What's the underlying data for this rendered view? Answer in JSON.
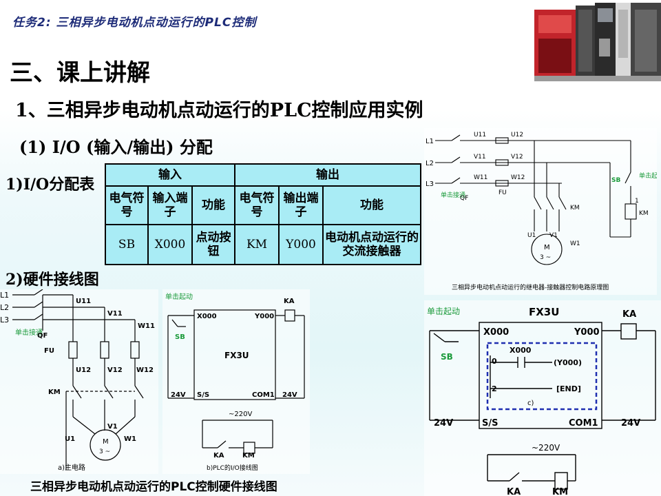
{
  "header": {
    "title": "任务2: 三相异步电动机点动运行的PLC控制"
  },
  "section_title": "三、课上讲解",
  "subtitle": "1、三相异步电动机点动运行的PLC控制应用实例",
  "io_heading": "(1) I/O (输入/输出) 分配",
  "table_label": "1)I/O分配表",
  "wiring_label": "2)硬件接线图",
  "io_table": {
    "input_header": "输入",
    "output_header": "输出",
    "col_device": "电气符号",
    "col_in_terminal": "输入端子",
    "col_function": "功能",
    "col_out_terminal": "输出端子",
    "row": {
      "in_device": "SB",
      "in_terminal": "X000",
      "in_function": "点动按钮",
      "out_device": "KM",
      "out_terminal": "Y000",
      "out_function": "电动机点动运行的交流接触器"
    }
  },
  "diagram_a": {
    "lines": [
      "L1",
      "L2",
      "L3"
    ],
    "u11": "U11",
    "v11": "V11",
    "w11": "W11",
    "qf": "QF",
    "fu": "FU",
    "click_connect": "单击接通",
    "u12": "U12",
    "v12": "V12",
    "w12": "W12",
    "km": "KM",
    "u1": "U1",
    "v1": "V1",
    "w1": "W1",
    "motor_m": "M",
    "motor_3": "3 ~",
    "caption": "a)主电路"
  },
  "diagram_b": {
    "click_start": "单击起动",
    "sb": "SB",
    "x000": "X000",
    "y000": "Y000",
    "ka": "KA",
    "fx3u": "FX3U",
    "ss": "S/S",
    "com1": "COM1",
    "v24_left": "24V",
    "v24_right": "24V",
    "v220": "~220V",
    "ka_bottom": "KA",
    "km_bottom": "KM",
    "caption": "b)PLC的I/O接线图"
  },
  "diagram_c": {
    "l1": "L1",
    "l2": "L2",
    "l3": "L3",
    "u11": "U11",
    "v11": "V11",
    "w11": "W11",
    "u12": "U12",
    "v12": "V12",
    "w12": "W12",
    "qf": "QF",
    "fu": "FU",
    "click_connect": "单击接通",
    "sb": "SB",
    "click_start": "单击起动",
    "one": "1",
    "km_coil": "KM",
    "km": "KM",
    "u1": "U1",
    "v1": "V1",
    "w1": "W1",
    "motor_m": "M",
    "motor_3": "3 ~",
    "caption": "三相异步电动机点动运行的继电器-接触器控制电路原理图"
  },
  "diagram_d": {
    "click_start": "单击起动",
    "sb": "SB",
    "x000": "X000",
    "y000": "Y000",
    "fx3u": "FX3U",
    "ka": "KA",
    "rung0": "0",
    "rung0_contact": "X000",
    "rung0_coil": "(Y000)",
    "rung2": "2",
    "rung2_end": "[END]",
    "c_label": "c)",
    "ss": "S/S",
    "com1": "COM1",
    "v24_left": "24V",
    "v24_right": "24V",
    "v220": "~220V",
    "ka_bottom": "KA",
    "km_bottom": "KM"
  },
  "bottom_caption": "三相异步电动机点动运行的PLC控制硬件接线图",
  "colors": {
    "title_blue": "#1d2b78",
    "table_fill": "#a9ecf5",
    "label_green": "#1a9a3a",
    "dash_blue": "#1f2fb0"
  }
}
